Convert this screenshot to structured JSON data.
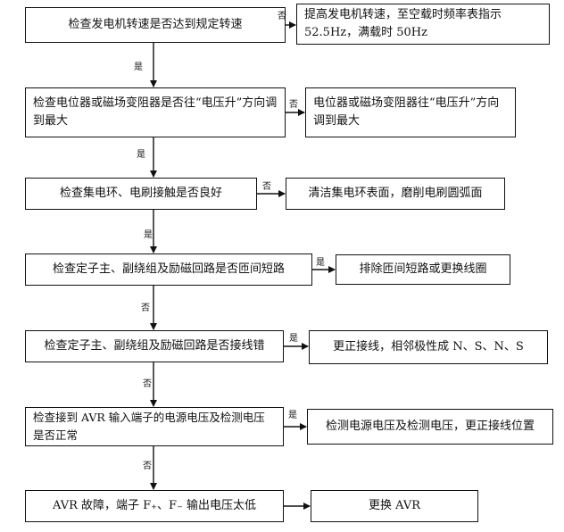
{
  "steps": [
    {
      "check": "检查发电机转速是否达到规定转速",
      "branch_label": "否",
      "action": "提高发电机转速，至空载时频率表指示 52.5Hz，满载时 50Hz",
      "down_label": "是"
    },
    {
      "check": "检查电位器或磁场变阻器是否往“电压升”方向调到最大",
      "branch_label": "否",
      "action": "电位器或磁场变阻器往“电压升”方向调到最大",
      "down_label": "是"
    },
    {
      "check": "检查集电环、电刷接触是否良好",
      "branch_label": "否",
      "action": "清洁集电环表面，磨削电刷圆弧面",
      "down_label": "是"
    },
    {
      "check": "检查定子主、副绕组及励磁回路是否匝间短路",
      "branch_label": "是",
      "action": "排除匝间短路或更换线圈",
      "down_label": "否"
    },
    {
      "check": "检查定子主、副绕组及励磁回路是否接线错",
      "branch_label": "是",
      "action": "更正接线，相邻极性成 N、S、N、S",
      "down_label": "否"
    },
    {
      "check": "检查接到 AVR 输入端子的电源电压及检测电压是否正常",
      "branch_label": "是",
      "action": "检测电源电压及检测电压，更正接线位置",
      "down_label": "否"
    },
    {
      "check": "AVR 故障，端子 F₊、F₋ 输出电压太低",
      "branch_label": "",
      "action": "更换 AVR",
      "down_label": ""
    }
  ]
}
